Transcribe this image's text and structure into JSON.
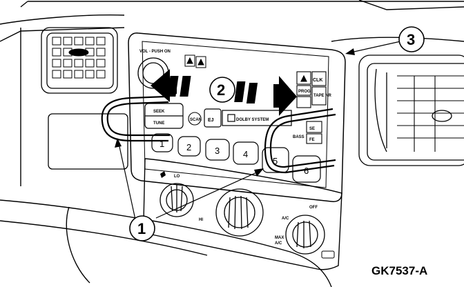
{
  "radio": {
    "vol_push_on": "VOL - PUSH ON",
    "seek": "SEEK",
    "tune": "TUNE",
    "scan": "SCAN",
    "ej": "EJ",
    "dolby": "DOLBY SYSTEM",
    "clk": "CLK",
    "prog": "PROG",
    "tape_nr": "TAPE NR",
    "bass": "BASS",
    "se": "SE",
    "fe": "FE",
    "presets": [
      "1",
      "2",
      "3",
      "4",
      "5",
      "6"
    ]
  },
  "climate": {
    "fan_lo": "LO",
    "fan_hi": "HI",
    "ac": "A/C",
    "off": "OFF",
    "max_ac": "MAX\nA/C"
  },
  "callouts": {
    "tool": "1",
    "direction": "2",
    "radio": "3"
  },
  "figure_id": "GK7537-A"
}
